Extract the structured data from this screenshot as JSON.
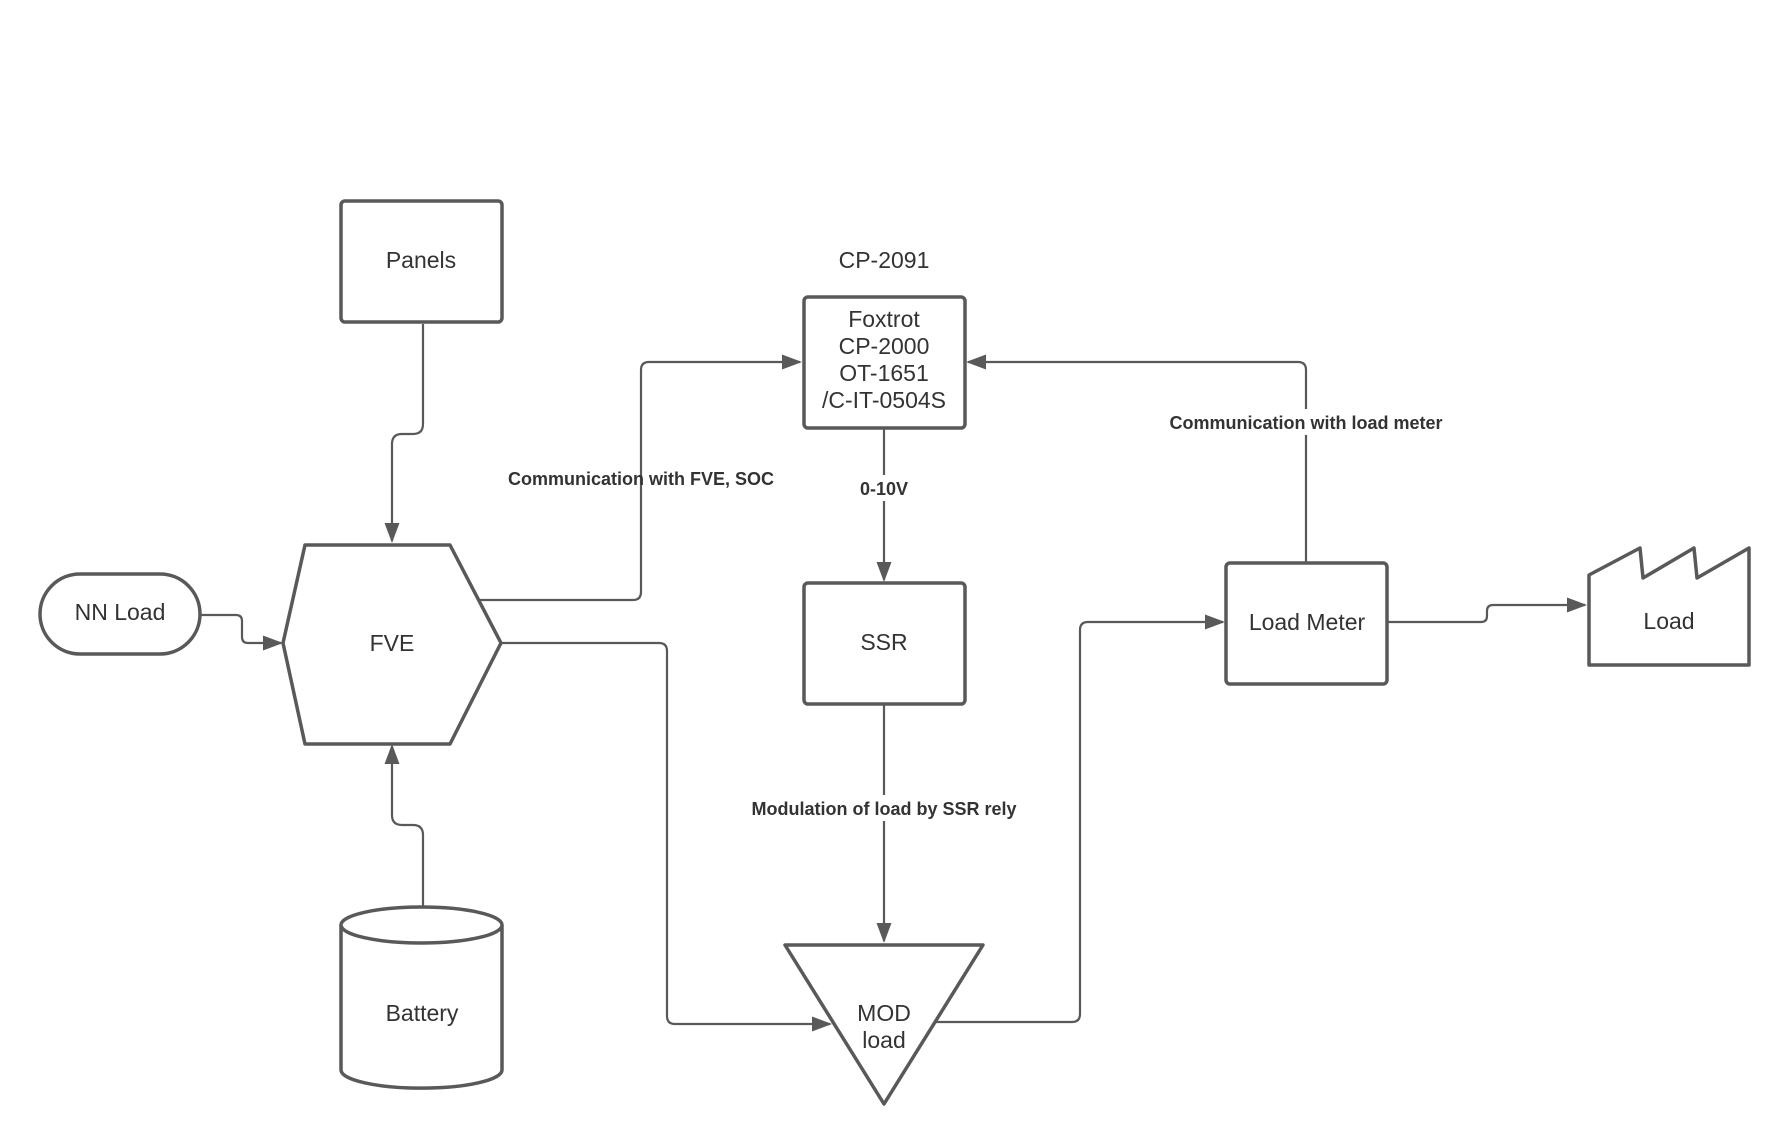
{
  "nodes": {
    "panels": "Panels",
    "nn_load": "NN Load",
    "fve": "FVE",
    "battery": "Battery",
    "controller_group": "CP-2091",
    "controller_lines": [
      "Foxtrot",
      "CP-2000",
      "OT-1651",
      "/C-IT-0504S"
    ],
    "ssr": "SSR",
    "mod_load_lines": [
      "MOD",
      "load"
    ],
    "load_meter": "Load Meter",
    "load": "Load"
  },
  "edges": {
    "fve_to_controller": "Communication with FVE, SOC",
    "controller_to_ssr": "0-10V",
    "ssr_to_mod_load": "Modulation of load by SSR rely",
    "meter_to_controller": "Communication with load meter"
  },
  "colors": {
    "stroke": "#595959",
    "text": "#333333",
    "background": "#ffffff"
  }
}
